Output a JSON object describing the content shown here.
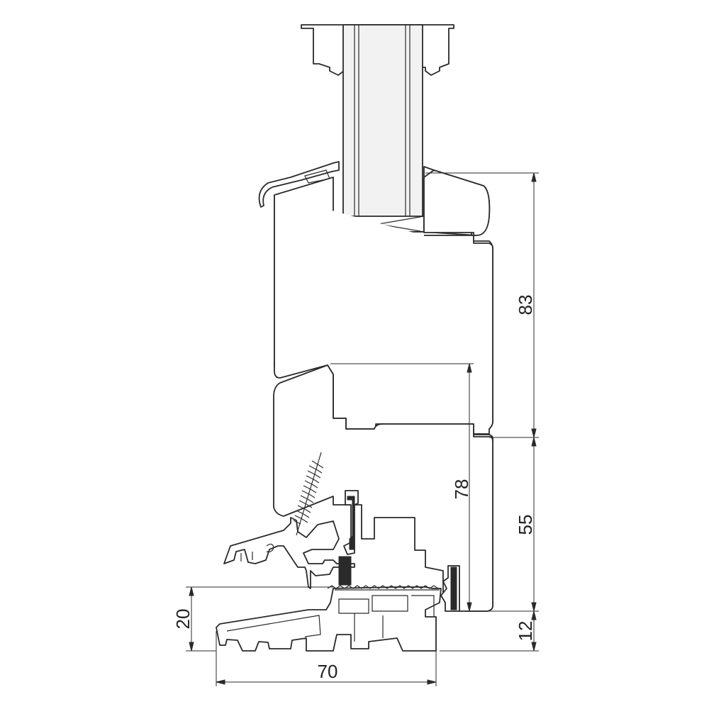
{
  "dimensions": {
    "height_top": "83",
    "height_mid": "55",
    "height_bottom": "12",
    "sash_height": "78",
    "sill_height": "20",
    "sill_width": "70"
  },
  "colors": {
    "line": "#2a2a2a",
    "background": "#ffffff",
    "glass": "#f2f2f2"
  }
}
